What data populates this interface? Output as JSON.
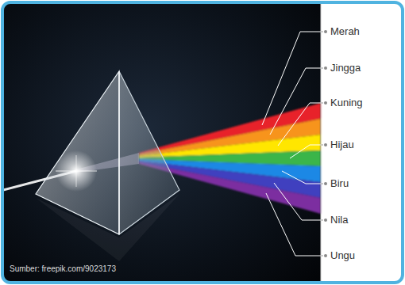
{
  "diagram": {
    "labels": [
      "Merah",
      "Jingga",
      "Kuning",
      "Hijau",
      "Biru",
      "Nila",
      "Ungu",
      "Sumber: freepik.com/9023173"
    ]
  }
}
